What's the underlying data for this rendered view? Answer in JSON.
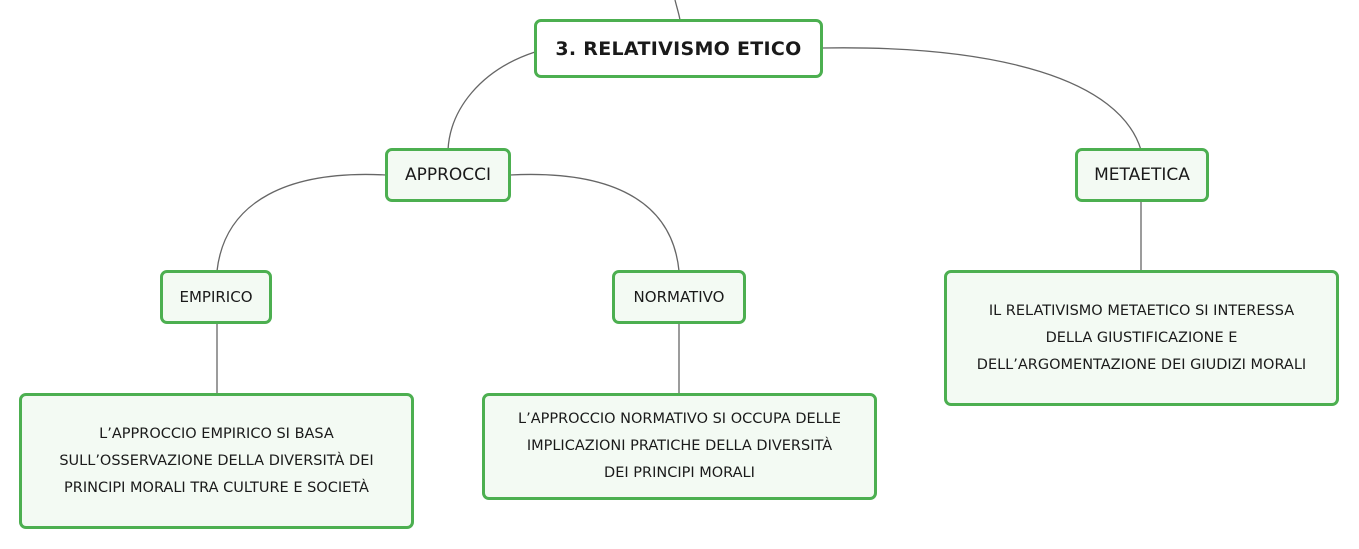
{
  "nodes": {
    "root": "3. RELATIVISMO ETICO",
    "approcci": "APPROCCI",
    "metaetica": "METAETICA",
    "empirico": "EMPIRICO",
    "normativo": "NORMATIVO",
    "empirico_desc": [
      "L’APPROCCIO EMPIRICO SI BASA",
      "SULL’OSSERVAZIONE DELLA DIVERSITÀ DEI",
      "PRINCIPI MORALI TRA CULTURE E SOCIETÀ"
    ],
    "normativo_desc": [
      "L’APPROCCIO NORMATIVO SI OCCUPA DELLE",
      "IMPLICAZIONI PRATICHE DELLA DIVERSITÀ",
      "DEI PRINCIPI MORALI"
    ],
    "metaetica_desc": [
      "IL RELATIVISMO METAETICO SI INTERESSA",
      "DELLA GIUSTIFICAZIONE E",
      "DELL’ARGOMENTAZIONE DEI GIUDIZI MORALI"
    ]
  },
  "colors": {
    "border": "#4caf50",
    "fill": "#f3faf3",
    "connector": "#666666"
  }
}
